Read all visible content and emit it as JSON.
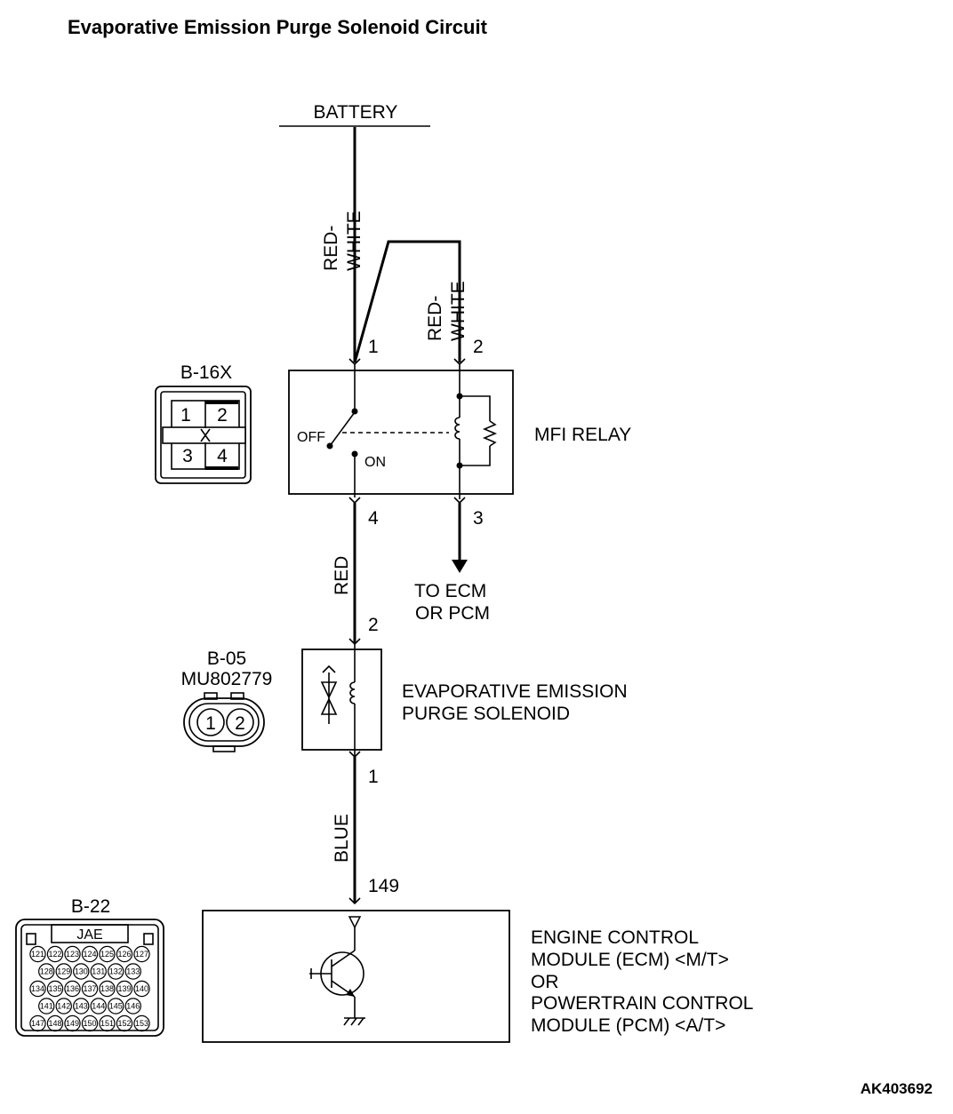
{
  "title": "Evaporative Emission Purge Solenoid Circuit",
  "battery_label": "BATTERY",
  "wires": {
    "battery_to_relay": "RED-\nWHITE",
    "battery_to_relay_line1": "RED-",
    "battery_to_relay_line2": "WHITE",
    "relay_pin2_line1": "RED-",
    "relay_pin2_line2": "WHITE",
    "relay_to_solenoid": "RED",
    "solenoid_to_ecm": "BLUE"
  },
  "relay": {
    "label": "MFI RELAY",
    "connector": "B-16X",
    "pins": [
      "1",
      "2",
      "3",
      "4"
    ],
    "switch_off": "OFF",
    "switch_on": "ON"
  },
  "to_ecm": {
    "line1": "TO ECM",
    "line2": "OR PCM"
  },
  "solenoid": {
    "line1": "EVAPORATIVE EMISSION",
    "line2": "PURGE SOLENOID",
    "connector": "B-05",
    "part_number": "MU802779",
    "pins": [
      "1",
      "2"
    ]
  },
  "ecm": {
    "connector": "B-22",
    "connector_brand": "JAE",
    "pin": "149",
    "line1": "ENGINE CONTROL",
    "line2": "MODULE (ECM) <M/T>",
    "line3": "OR",
    "line4": "POWERTRAIN CONTROL",
    "line5": "MODULE (PCM) <A/T>",
    "pin_rows": [
      [
        "121",
        "122",
        "123",
        "124",
        "125",
        "126",
        "127"
      ],
      [
        "128",
        "129",
        "130",
        "131",
        "132",
        "133"
      ],
      [
        "134",
        "135",
        "136",
        "137",
        "138",
        "139",
        "140"
      ],
      [
        "141",
        "142",
        "143",
        "144",
        "145",
        "146"
      ],
      [
        "147",
        "148",
        "149",
        "150",
        "151",
        "152",
        "153"
      ]
    ]
  },
  "reference": "AK403692"
}
